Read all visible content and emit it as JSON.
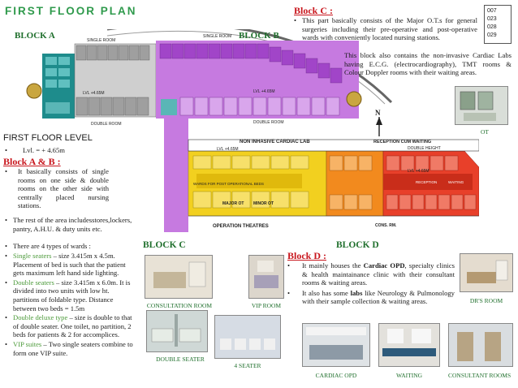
{
  "title": "FIRST FLOOR PLAN",
  "ref_codes": [
    "007",
    "023",
    "028",
    "029"
  ],
  "plan": {
    "block_a": "BLOCK A",
    "block_b": "BLOCK B",
    "block_c": "BLOCK C",
    "block_d": "BLOCK D",
    "labels": {
      "single_room_1": "SINGLE ROOM",
      "single_room_2": "SINGLE ROOM",
      "double_room_1": "DOUBLE ROOM",
      "double_room_2": "DOUBLE ROOM",
      "lvl_1": "LVL +4.65M",
      "lvl_2": "LVL +4.65M",
      "lvl_3": "LVL +4.65M",
      "lvl_4": "LVL +4.65M",
      "non_invasive": "NON INHASIVE CARDIAC LAB",
      "reception_waiting": "RECEPTION CUM WAITING",
      "double_height": "DOUBLE HEIGHT",
      "ward_post_op": "WARDS FOR POST OPERATIONAL BEDS",
      "major_ot": "MAJOR OT",
      "minor_ot": "MINOR OT",
      "operation_theatres": "OPERATION THEATRES",
      "cons_rm": "CONS. RM.",
      "reception": "RECEPTION",
      "waiting": "WAITING",
      "north": "N"
    }
  },
  "block_c_text": {
    "heading": "Block C :",
    "para1": "This part basically consists of the Major O.T.s for general surgeries including their pre-operative and post-operative wards with conveniently located nursing stations.",
    "para2": "This block also contains the non-invasive Cardiac Labs having E.C.G. (electrocardiography), TMT rooms & Colour Doppler rooms with their waiting areas."
  },
  "first_floor": {
    "heading": "FIRST FLOOR LEVEL",
    "lvl": "Lvl. = + 4.65m"
  },
  "block_ab": {
    "heading": "Block A & B :",
    "para1": "It basically consists of single rooms on one side & double rooms on the other side with centrally placed nursing stations.",
    "para2": "The rest of the area includesstores,lockers, pantry, A.H.U. & duty units etc.",
    "para3": "There are 4 types of wards :",
    "single_label": "Single seaters",
    "single_text": " – size 3.415m x 4.5m. Placement of bed is such that the patient gets maximum left hand side lighting.",
    "double_label": "Double seaters",
    "double_text": " – size 3.415m x 6.0m. It is divided into two units with low ht. partitions of foldable type. Distance between two beds = 1.5m",
    "deluxe_label": "Double deluxe type",
    "deluxe_text": " – size is double to that of double seater. One toilet, no partition, 2 beds for patients & 2 for accomplices.",
    "vip_label": "VIP suites",
    "vip_text": " – Two single seaters combine to form one VIP suite."
  },
  "block_d_text": {
    "heading": "Block D :",
    "para1_pre": "It mainly houses the ",
    "para1_bold": "Cardiac OPD",
    "para1_post": ", specialty clinics & health maintainance clinic with their consultant rooms & waiting areas.",
    "para2_pre": "It also has some ",
    "para2_bold": "labs",
    "para2_post": " like Neurology & Pulmonology with their sample collection & waiting areas."
  },
  "captions": {
    "ot": "OT",
    "consultation": "CONSULTATION ROOM",
    "vip": "VIP ROOM",
    "double_seater": "DOUBLE SEATER",
    "four_seater": "4 SEATER",
    "drs_room": "DR'S ROOM",
    "cardiac_opd": "CARDIAC OPD",
    "waiting": "WAITING",
    "consultant_rooms": "CONSULTANT ROOMS"
  },
  "colors": {
    "teal": "#1e8c8c",
    "purple": "#b455d6",
    "yellow": "#f2d01f",
    "orange": "#f28a1e",
    "red": "#e8402a",
    "grey": "#7b7b7b",
    "heading_red": "#c8161d",
    "heading_green": "#1f6f2c"
  }
}
